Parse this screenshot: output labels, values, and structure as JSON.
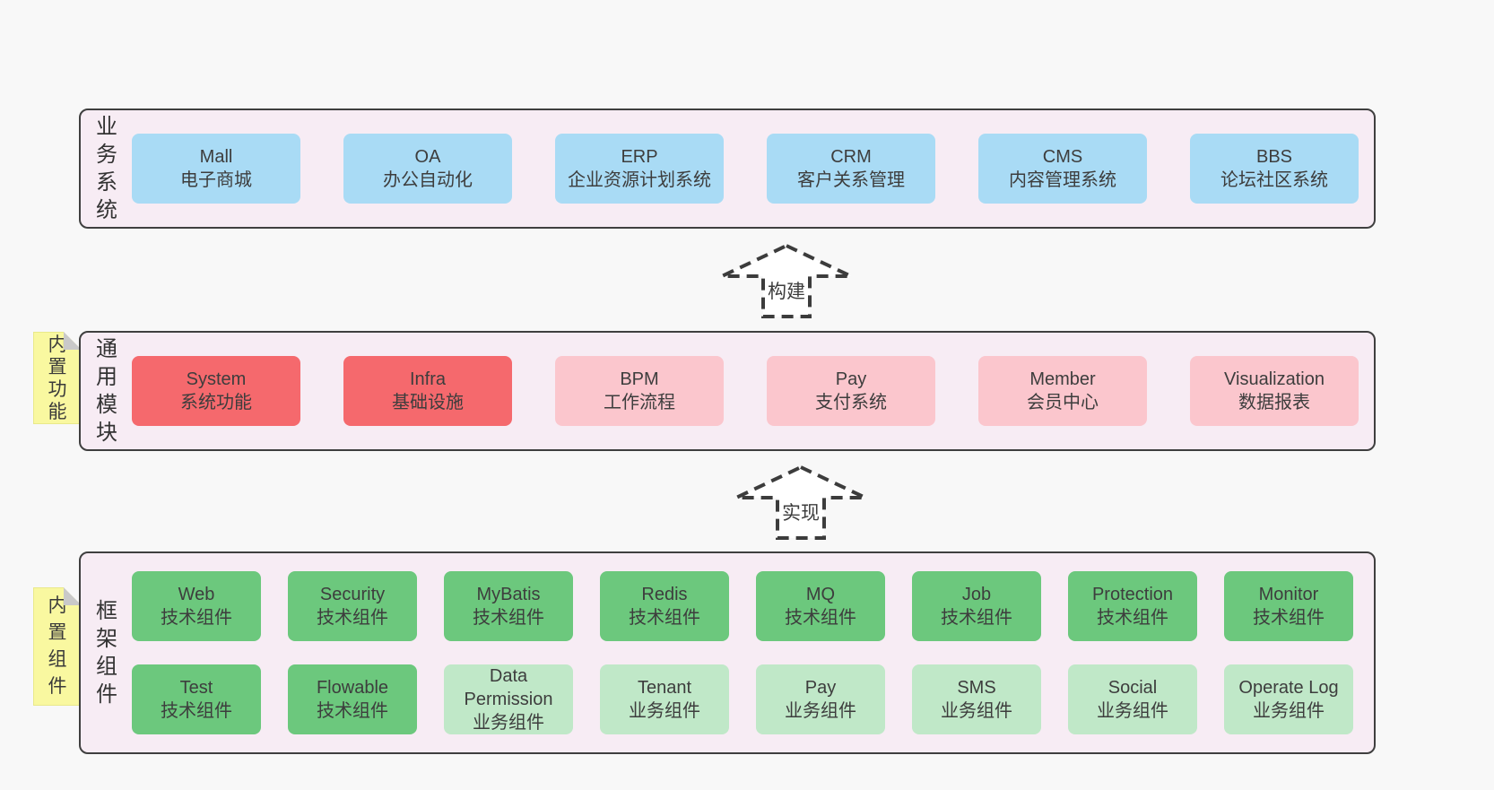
{
  "diagram": {
    "colors": {
      "page_background": "#f8f8f8",
      "band_background": "#f7ecf4",
      "band_border": "#3f3f3f",
      "blue": "#a9dbf5",
      "red": "#f5696d",
      "pink": "#fbc6cd",
      "green": "#6cc87d",
      "light_green": "#c0e8c8",
      "sticky_yellow": "#f9f8a0",
      "arrow_stroke": "#3c3c3c",
      "text": "#3d3d3d"
    },
    "bands": [
      {
        "key": "business-systems",
        "side_label": "业务系统",
        "sticky_note": "",
        "rows": [
          [
            {
              "title": "Mall",
              "subtitle": "电子商城",
              "variant": "blue"
            },
            {
              "title": "OA",
              "subtitle": "办公自动化",
              "variant": "blue"
            },
            {
              "title": "ERP",
              "subtitle": "企业资源计划系统",
              "variant": "blue"
            },
            {
              "title": "CRM",
              "subtitle": "客户关系管理",
              "variant": "blue"
            },
            {
              "title": "CMS",
              "subtitle": "内容管理系统",
              "variant": "blue"
            },
            {
              "title": "BBS",
              "subtitle": "论坛社区系统",
              "variant": "blue"
            }
          ]
        ]
      },
      {
        "key": "common-modules",
        "side_label": "通用模块",
        "sticky_note": "内置功能",
        "rows": [
          [
            {
              "title": "System",
              "subtitle": "系统功能",
              "variant": "red"
            },
            {
              "title": "Infra",
              "subtitle": "基础设施",
              "variant": "red"
            },
            {
              "title": "BPM",
              "subtitle": "工作流程",
              "variant": "pink"
            },
            {
              "title": "Pay",
              "subtitle": "支付系统",
              "variant": "pink"
            },
            {
              "title": "Member",
              "subtitle": "会员中心",
              "variant": "pink"
            },
            {
              "title": "Visualization",
              "subtitle": "数据报表",
              "variant": "pink"
            }
          ]
        ]
      },
      {
        "key": "framework-components",
        "side_label": "框架组件",
        "sticky_note": "内置组件",
        "rows": [
          [
            {
              "title": "Web",
              "subtitle": "技术组件",
              "variant": "green"
            },
            {
              "title": "Security",
              "subtitle": "技术组件",
              "variant": "green"
            },
            {
              "title": "MyBatis",
              "subtitle": "技术组件",
              "variant": "green"
            },
            {
              "title": "Redis",
              "subtitle": "技术组件",
              "variant": "green"
            },
            {
              "title": "MQ",
              "subtitle": "技术组件",
              "variant": "green"
            },
            {
              "title": "Job",
              "subtitle": "技术组件",
              "variant": "green"
            },
            {
              "title": "Protection",
              "subtitle": "技术组件",
              "variant": "green"
            },
            {
              "title": "Monitor",
              "subtitle": "技术组件",
              "variant": "green"
            }
          ],
          [
            {
              "title": "Test",
              "subtitle": "技术组件",
              "variant": "green"
            },
            {
              "title": "Flowable",
              "subtitle": "技术组件",
              "variant": "green"
            },
            {
              "title": "Data Permission",
              "subtitle": "业务组件",
              "variant": "lightgreen"
            },
            {
              "title": "Tenant",
              "subtitle": "业务组件",
              "variant": "lightgreen"
            },
            {
              "title": "Pay",
              "subtitle": "业务组件",
              "variant": "lightgreen"
            },
            {
              "title": "SMS",
              "subtitle": "业务组件",
              "variant": "lightgreen"
            },
            {
              "title": "Social",
              "subtitle": "业务组件",
              "variant": "lightgreen"
            },
            {
              "title": "Operate Log",
              "subtitle": "业务组件",
              "variant": "lightgreen"
            }
          ]
        ]
      }
    ],
    "arrows": [
      {
        "label": "构建"
      },
      {
        "label": "实现"
      }
    ]
  }
}
